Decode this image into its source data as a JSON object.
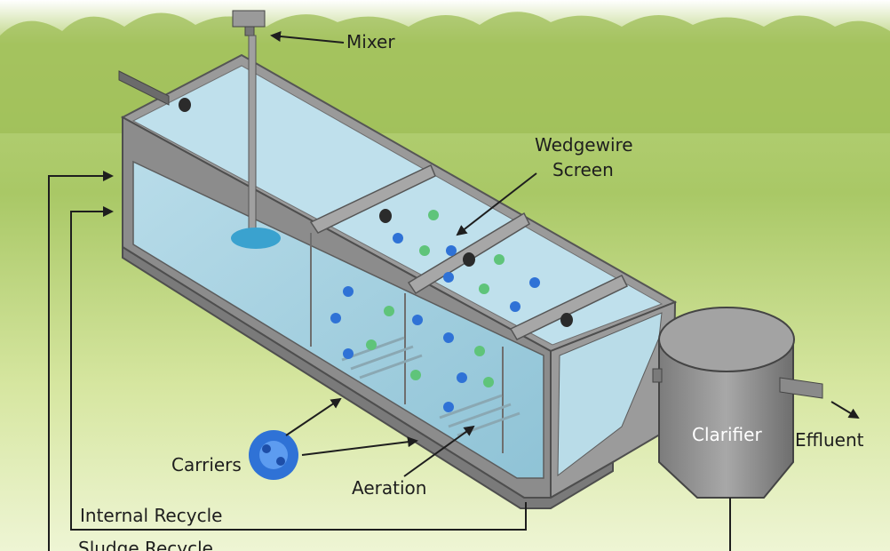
{
  "labels": {
    "mixer": "Mixer",
    "wedgewire_line1": "Wedgewire",
    "wedgewire_line2": "Screen",
    "carriers": "Carriers",
    "aeration": "Aeration",
    "clarifier": "Clarifier",
    "effluent": "Effluent",
    "internal_recycle": "Internal Recycle",
    "sludge_recycle": "Sludge Recycle"
  },
  "colors": {
    "sky_top": "#ffffff",
    "foliage": "#9fbf5a",
    "ground": "#dbe8a8",
    "concrete": "#8a8a8a",
    "concrete_light": "#a9a9a9",
    "water": "#a9d3e2",
    "water_deep": "#7fb9cf",
    "carrier_blue": "#2f72d6",
    "carrier_green": "#5fc47a",
    "line": "#1e1e1e"
  },
  "icons": [
    "mixer-motor-icon",
    "carrier-media-icon",
    "pipe-icon"
  ]
}
